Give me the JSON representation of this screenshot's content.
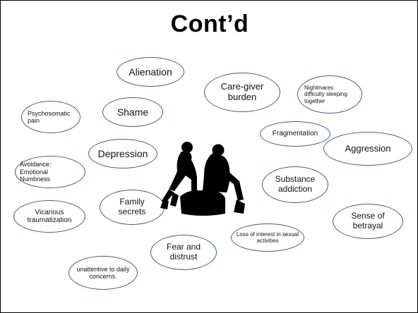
{
  "slide": {
    "title": "Cont’d",
    "bubbles": {
      "alienation": "Alienation",
      "caregiver": "Care-giver burden",
      "nightmares": "Nightmares: difficulty sleeping together",
      "psychosomatic": "Psychosomatic pain",
      "shame": "Shame",
      "fragmentation": "Fragmentation",
      "aggression": "Aggression",
      "depression": "Depression",
      "avoidance": "Avoidance: Emotional Numbness",
      "substance": "Substance addiction",
      "family": "Family secrets",
      "vicarious": "Vicarious traumatization",
      "sense": "Sense of betrayal",
      "loss": "Loss of interest in sexual activities",
      "fear": "Fear and distrust",
      "unattentive": "unattentive to daily concerns."
    },
    "colors": {
      "bubble_border": "#3e5d8e",
      "silhouette": "#000000"
    },
    "figure_icon": "couple-silhouette-icon"
  }
}
